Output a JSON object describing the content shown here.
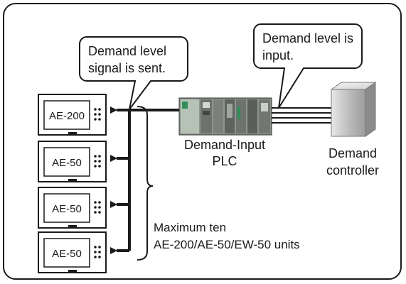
{
  "callout_left": {
    "line1": "Demand level",
    "line2": "signal is sent."
  },
  "callout_right": {
    "line1": "Demand level is",
    "line2": "input."
  },
  "plc": {
    "line1": "Demand-Input",
    "line2": "PLC"
  },
  "controller": {
    "line1": "Demand",
    "line2": "controller"
  },
  "devices": [
    {
      "label": "AE-200"
    },
    {
      "label": "AE-50"
    },
    {
      "label": "AE-50"
    },
    {
      "label": "AE-50"
    }
  ],
  "note": {
    "line1": "Maximum ten",
    "line2": "AE-200/AE-50/EW-50 units"
  },
  "colors": {
    "line": "#1a1a1a",
    "device_screen": "#ffffff",
    "plc_body": "#9aa39a",
    "plc_accent": "#2f8f5a",
    "controller_body": "#c8c8c8"
  },
  "icons": {
    "device": "touch-panel-controller",
    "plc": "plc-rack",
    "controller": "cabinet"
  }
}
